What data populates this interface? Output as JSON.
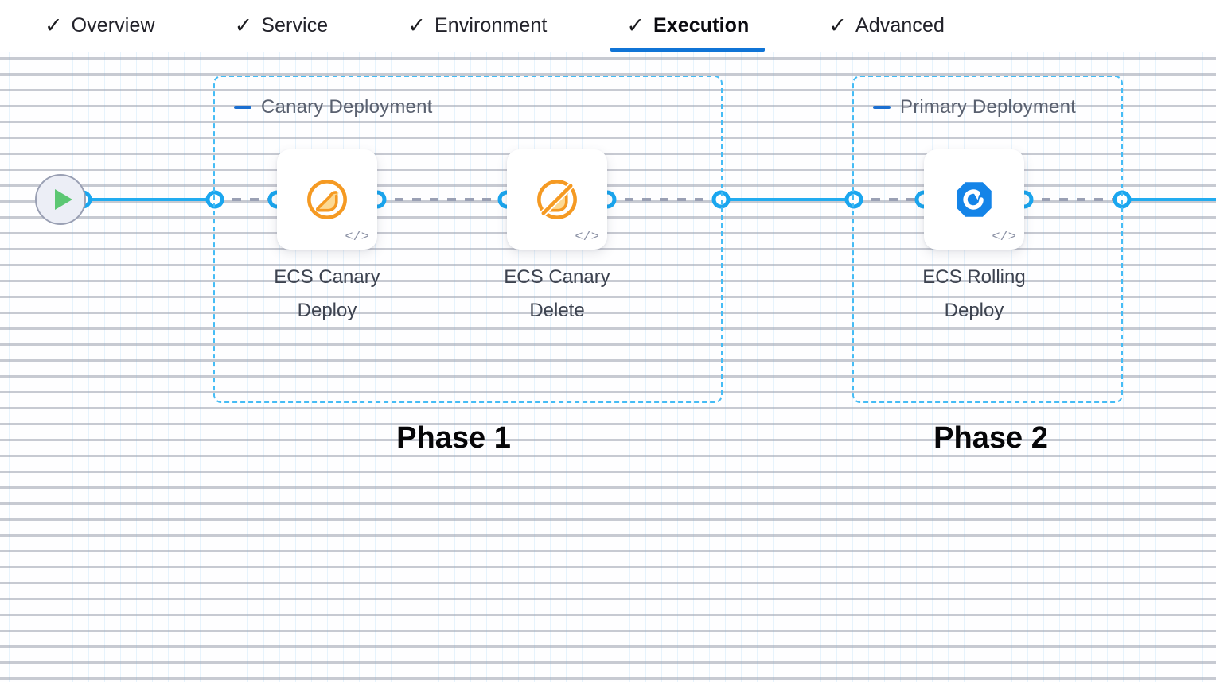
{
  "tabs": [
    {
      "label": "Overview",
      "icon": "check-icon",
      "active": false
    },
    {
      "label": "Service",
      "icon": "check-icon",
      "active": false
    },
    {
      "label": "Environment",
      "icon": "check-icon",
      "active": false
    },
    {
      "label": "Execution",
      "icon": "check-icon",
      "active": true
    },
    {
      "label": "Advanced",
      "icon": "check-icon",
      "active": false
    }
  ],
  "tab_check_glyph": "✓",
  "canvas": {
    "start_node": {
      "name": "pipeline-start",
      "icon": "play-icon"
    },
    "groups": [
      {
        "id": "canary-deployment",
        "title": "Canary Deployment",
        "collapse_icon": "minus-icon",
        "phase_caption": "Phase 1"
      },
      {
        "id": "primary-deployment",
        "title": "Primary Deployment",
        "collapse_icon": "minus-icon",
        "phase_caption": "Phase 2"
      }
    ],
    "steps": [
      {
        "id": "ecs-canary-deploy",
        "label": "ECS Canary\nDeploy",
        "icon": "canary-bird-icon",
        "badge": "</>"
      },
      {
        "id": "ecs-canary-delete",
        "label": "ECS Canary\nDelete",
        "icon": "canary-bird-delete-icon",
        "badge": "</>"
      },
      {
        "id": "ecs-rolling-deploy",
        "label": "ECS Rolling\nDeploy",
        "icon": "ecs-rolling-hexagon-icon",
        "badge": "</>"
      }
    ]
  },
  "colors": {
    "accent_blue": "#1074d6",
    "edge_blue": "#22acf0",
    "group_dash_blue": "#45bcf5",
    "edge_dash_grey": "#9aa0b4",
    "canary_orange": "#f59a23",
    "rolling_blue": "#1484e8",
    "play_green": "#5cc773"
  }
}
